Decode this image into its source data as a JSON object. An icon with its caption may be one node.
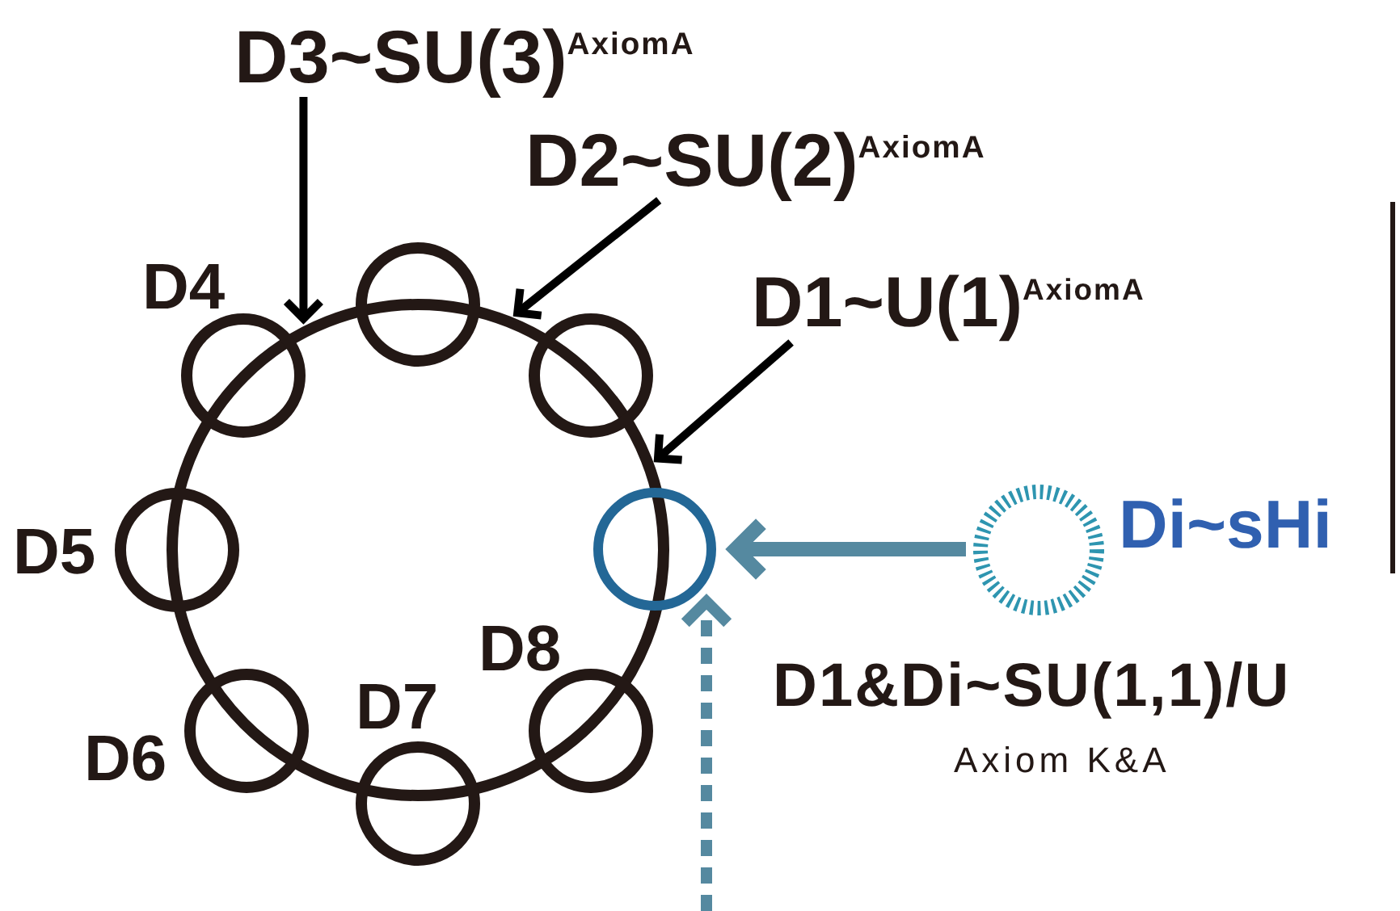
{
  "diagram": {
    "nodes": [
      {
        "text": [],
        "shape": "circle"
      },
      {
        "text": [],
        "shape": "circle"
      },
      {
        "text": [],
        "shape": "circle",
        "beside": [
          "D4"
        ]
      },
      {
        "text": [],
        "shape": "circle"
      },
      {
        "text": [],
        "shape": "circle",
        "beside": [
          "D5"
        ]
      },
      {
        "text": [],
        "shape": "circle"
      },
      {
        "text": [],
        "shape": "circle",
        "beside": [
          "D6"
        ]
      },
      {
        "text": [],
        "shape": "circle",
        "beside": [
          "D8"
        ]
      },
      {
        "text": [],
        "shape": "circle",
        "beside": [
          "D7"
        ]
      },
      {
        "text": [
          "D3~SU(3)$^{AxiomA}$"
        ]
      },
      {
        "text": [
          "D2~SU(2)$^{AxiomA}$"
        ]
      },
      {
        "text": [
          "D1~U(1)$^{AxiomA}$"
        ]
      },
      {
        "text": [],
        "shape": "circle",
        "beside": [
          "Di~sHi"
        ]
      }
    ],
    "edges": [
      {
        "from": 9,
        "to": 0,
        "arrow": "to"
      },
      {
        "from": 10,
        "to": 0,
        "arrow": "to"
      },
      {
        "from": 11,
        "to": 0,
        "arrow": "to"
      },
      {
        "from": 12,
        "to": 5,
        "arrow": "to",
        "style": "thick",
        "color": "#5589a0"
      },
      {
        "from": null,
        "to": 5,
        "arrow": "to",
        "style": "dashed",
        "color": "#5589a0"
      }
    ],
    "labels": [
      "D1&Di~SU(1,1)/U",
      "Axiom K&A"
    ]
  }
}
